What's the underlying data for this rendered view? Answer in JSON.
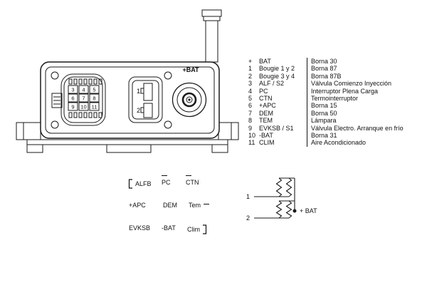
{
  "device": {
    "bat_label": "+BAT",
    "oval_pins": [
      "3",
      "4",
      "5",
      "6",
      "7",
      "8",
      "9",
      "10",
      "11"
    ],
    "blade_pins": [
      "1",
      "2"
    ]
  },
  "legend": {
    "rows": [
      {
        "pin": "+",
        "name": "BAT",
        "desc": "Borna 30"
      },
      {
        "pin": "1",
        "name": "Bougie 1 y 2",
        "desc": "Borna 87"
      },
      {
        "pin": "2",
        "name": "Bougie 3 y 4",
        "desc": "Borna 87B"
      },
      {
        "pin": "3",
        "name": "ALF / S2",
        "desc": "Válvula Comienzo Inyección"
      },
      {
        "pin": "4",
        "name": "PC",
        "desc": "Interruptor Plena Carga"
      },
      {
        "pin": "5",
        "name": "CTN",
        "desc": "Termointerruptor"
      },
      {
        "pin": "6",
        "name": "+APC",
        "desc": "Borna 15"
      },
      {
        "pin": "7",
        "name": "DEM",
        "desc": "Borna 50"
      },
      {
        "pin": "8",
        "name": "TEM",
        "desc": "Lámpara"
      },
      {
        "pin": "9",
        "name": "EVKSB / S1",
        "desc": "Válvula Electro. Arranque en frío"
      },
      {
        "pin": "10",
        "name": "-BAT",
        "desc": "Borna 31"
      },
      {
        "pin": "11",
        "name": "CLIM",
        "desc": "Aire Acondicionado"
      }
    ]
  },
  "terminal_grid": {
    "cells": [
      {
        "label": "ALFB"
      },
      {
        "label": "PC"
      },
      {
        "label": "CTN"
      },
      {
        "label": "+APC"
      },
      {
        "label": "DEM"
      },
      {
        "label": "Tem"
      },
      {
        "label": "EVKSB"
      },
      {
        "label": "-BAT"
      },
      {
        "label": "Clim"
      }
    ]
  },
  "schematic": {
    "input_1": "1",
    "input_2": "2",
    "bat_label": "+ BAT"
  },
  "colors": {
    "ink": "#1a1a1a",
    "background": "#ffffff"
  }
}
